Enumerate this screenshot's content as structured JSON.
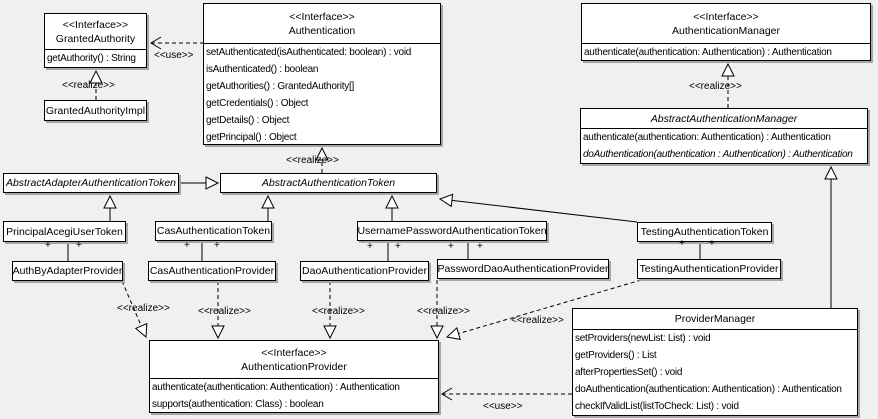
{
  "labels": {
    "interface": "<<Interface>>",
    "realize": "<<realize>>",
    "use": "<<use>>",
    "plus": "+"
  },
  "colors": {
    "background": "#f0f0f0",
    "box_fill": "#ffffff",
    "line": "#000000",
    "shadow": "#a6a6a6"
  },
  "classes": {
    "granted_authority": {
      "name": "GrantedAuthority",
      "methods": [
        "getAuthority() : String"
      ]
    },
    "granted_authority_impl": {
      "name": "GrantedAuthorityImpl"
    },
    "authentication": {
      "name": "Authentication",
      "methods": [
        "setAuthenticated(isAuthenticated: boolean) : void",
        "isAuthenticated() : boolean",
        "getAuthorities() : GrantedAuthority[]",
        "getCredentials() : Object",
        "getDetails() : Object",
        "getPrincipal() : Object"
      ]
    },
    "authentication_manager": {
      "name": "AuthenticationManager",
      "methods": [
        "authenticate(authentication: Authentication) : Authentication"
      ]
    },
    "abstract_authentication_manager": {
      "name": "AbstractAuthenticationManager",
      "methods": [
        "authenticate(authentication: Authentication) : Authentication",
        "doAuthentication(authentication : Authentication) : Authentication"
      ]
    },
    "abstract_adapter_authentication_token": {
      "name": "AbstractAdapterAuthenticationToken"
    },
    "abstract_authentication_token": {
      "name": "AbstractAuthenticationToken"
    },
    "principal_acegi_user_token": {
      "name": "PrincipalAcegiUserToken"
    },
    "cas_authentication_token": {
      "name": "CasAuthenticationToken"
    },
    "username_password_authentication_token": {
      "name": "UsernamePasswordAuthenticationToken"
    },
    "testing_authentication_token": {
      "name": "TestingAuthenticationToken"
    },
    "auth_by_adapter_provider": {
      "name": "AuthByAdapterProvider"
    },
    "cas_authentication_provider": {
      "name": "CasAuthenticationProvider"
    },
    "dao_authentication_provider": {
      "name": "DaoAuthenticationProvider"
    },
    "password_dao_authentication_provider": {
      "name": "PasswordDaoAuthenticationProvider"
    },
    "testing_authentication_provider": {
      "name": "TestingAuthenticationProvider"
    },
    "authentication_provider": {
      "name": "AuthenticationProvider",
      "methods": [
        "authenticate(authentication: Authentication) : Authentication",
        "supports(authentication: Class) : boolean"
      ]
    },
    "provider_manager": {
      "name": "ProviderManager",
      "methods": [
        "setProviders(newList: List) : void",
        "getProviders() : List",
        "afterPropertiesSet() : void",
        "doAuthentication(authentication: Authentication) : Authentication",
        "checkIfValidList(listToCheck: List) : void"
      ]
    }
  }
}
